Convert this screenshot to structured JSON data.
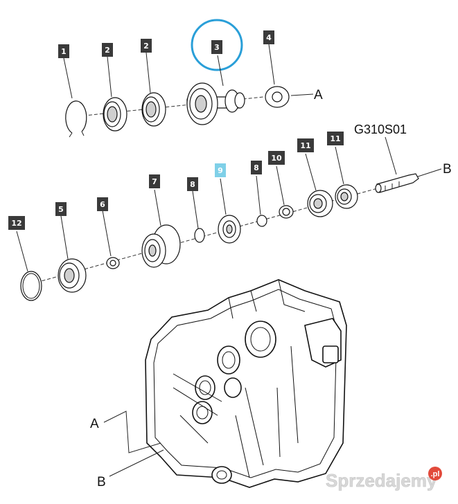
{
  "labels": {
    "l1": "1",
    "l2a": "2",
    "l2b": "2",
    "l3": "3",
    "l4": "4",
    "l5": "5",
    "l6": "6",
    "l7": "7",
    "l8a": "8",
    "l9": "9",
    "l8b": "8",
    "l10": "10",
    "l11a": "11",
    "l11b": "11",
    "l12": "12"
  },
  "axes": {
    "a_top": "A",
    "b_top": "B",
    "a_bottom": "A",
    "b_bottom": "B"
  },
  "part_code": "G310S01",
  "watermark": {
    "text": "Sprzedajemy",
    "suffix": ".pl"
  },
  "colors": {
    "highlight_ring": "#2a9fd8",
    "highlight_label": "#7fd0e8",
    "label_bg": "#3a3a3a"
  }
}
